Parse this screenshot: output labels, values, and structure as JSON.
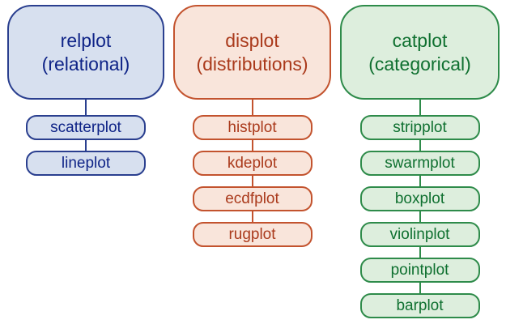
{
  "diagram": {
    "description": "seaborn figure-level plotting functions and their axes-level counterparts",
    "columns": [
      {
        "id": "relplot",
        "title": "relplot",
        "subtitle": "(relational)",
        "colors": {
          "text": "#0f2487",
          "border": "#2a3f8f",
          "fill": "#d7e0ef"
        },
        "items": [
          {
            "label": "scatterplot"
          },
          {
            "label": "lineplot"
          }
        ]
      },
      {
        "id": "displot",
        "title": "displot",
        "subtitle": "(distributions)",
        "colors": {
          "text": "#aa3a1c",
          "border": "#c3532e",
          "fill": "#f9e5db"
        },
        "items": [
          {
            "label": "histplot"
          },
          {
            "label": "kdeplot"
          },
          {
            "label": "ecdfplot"
          },
          {
            "label": "rugplot"
          }
        ]
      },
      {
        "id": "catplot",
        "title": "catplot",
        "subtitle": "(categorical)",
        "colors": {
          "text": "#0f7030",
          "border": "#2e8b4a",
          "fill": "#ddeedd"
        },
        "items": [
          {
            "label": "stripplot"
          },
          {
            "label": "swarmplot"
          },
          {
            "label": "boxplot"
          },
          {
            "label": "violinplot"
          },
          {
            "label": "pointplot"
          },
          {
            "label": "barplot"
          }
        ]
      }
    ]
  }
}
